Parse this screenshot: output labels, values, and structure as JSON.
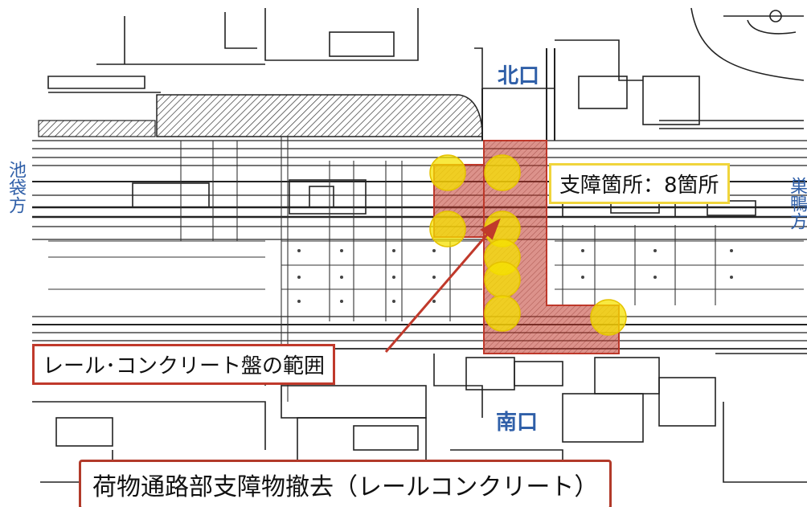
{
  "labels": {
    "west": "池袋方",
    "east": "巣鴨方",
    "north_exit": "北口",
    "south_exit": "南口",
    "obstacle_count": "支障箇所：8箇所",
    "rail_concrete_area": "レール･コンクリート盤の範囲",
    "title": "荷物通路部支障物撤去（レールコンクリート）"
  },
  "colors": {
    "side_text": "#2f5fa8",
    "highlight_red": "#c0392b",
    "marker_yellow": "#f5e100",
    "frame_yellow": "#f0d53c"
  },
  "markers": {
    "count": 8
  }
}
